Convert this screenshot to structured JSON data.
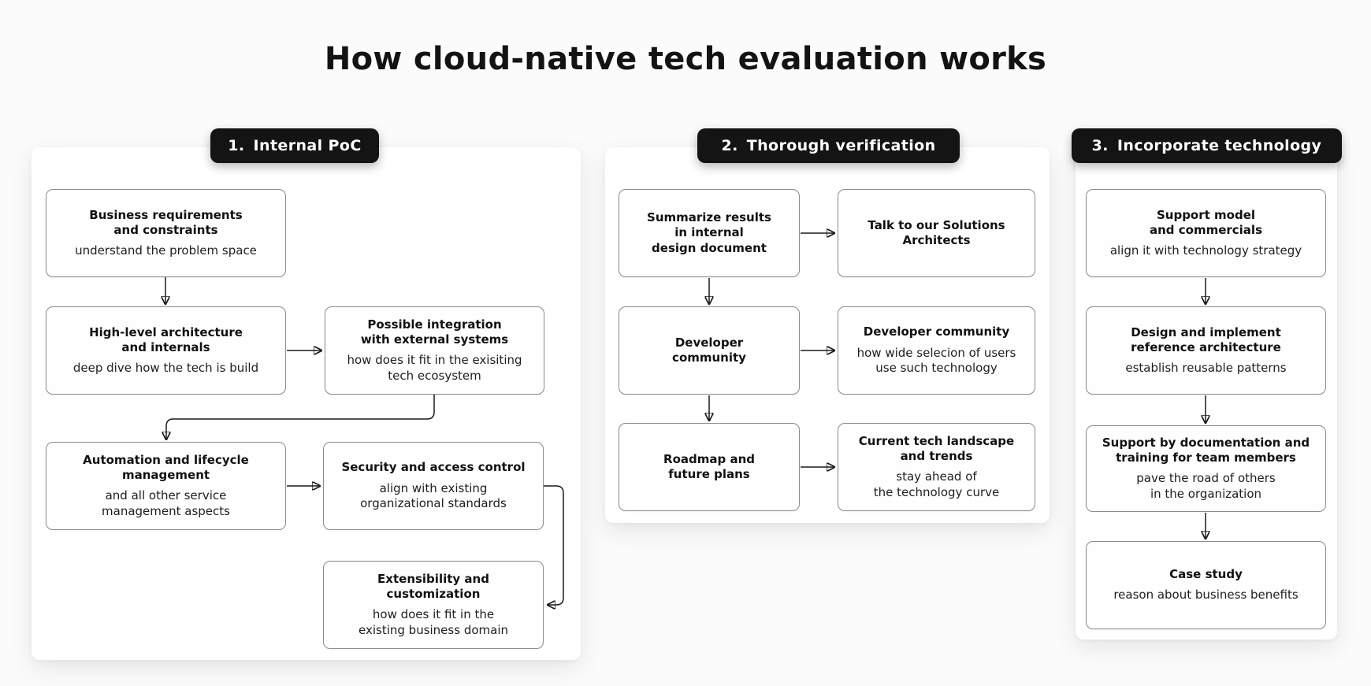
{
  "title": "How cloud-native tech evaluation works",
  "colors": {
    "page_bg": "#fbfbfb",
    "card_bg": "#ffffff",
    "pill_bg": "#141414",
    "pill_text": "#ffffff",
    "node_bg": "#fefefe",
    "node_border": "#8c8c8c",
    "arrow": "#1a1a1a",
    "text": "#111111"
  },
  "columns": [
    {
      "header": {
        "number": "1.",
        "label": "Internal PoC"
      },
      "boxes": [
        {
          "title": "Business requirements\nand constraints",
          "subtitle": "understand the problem space"
        },
        {
          "title": "High-level architecture\nand internals",
          "subtitle": "deep dive how the tech is build"
        },
        {
          "title": "Possible integration\nwith external systems",
          "subtitle": "how does it fit in the exisiting\ntech ecosystem"
        },
        {
          "title": "Automation and lifecycle\nmanagement",
          "subtitle": "and all other service\nmanagement aspects"
        },
        {
          "title": "Security and access control",
          "subtitle": "align with existing\norganizational standards"
        },
        {
          "title": "Extensibility and\ncustomization",
          "subtitle": "how does it fit in the\nexisting business domain"
        }
      ]
    },
    {
      "header": {
        "number": "2.",
        "label": "Thorough verification"
      },
      "boxes": [
        {
          "title": "Summarize results\nin internal\ndesign document",
          "subtitle": ""
        },
        {
          "title": "Talk to our Solutions\nArchitects",
          "subtitle": ""
        },
        {
          "title": "Developer\ncommunity",
          "subtitle": ""
        },
        {
          "title": "Developer community",
          "subtitle": "how wide selecion of users\nuse such technology"
        },
        {
          "title": "Roadmap and\nfuture plans",
          "subtitle": ""
        },
        {
          "title": "Current tech landscape\nand trends",
          "subtitle": "stay ahead of\nthe technology curve"
        }
      ]
    },
    {
      "header": {
        "number": "3.",
        "label": "Incorporate technology"
      },
      "boxes": [
        {
          "title": "Support model\nand commercials",
          "subtitle": "align it with technology strategy"
        },
        {
          "title": "Design and implement\nreference architecture",
          "subtitle": "establish reusable patterns"
        },
        {
          "title": "Support by documentation and\ntraining for team members",
          "subtitle": "pave the road of others\nin the organization"
        },
        {
          "title": "Case study",
          "subtitle": "reason about business benefits"
        }
      ]
    }
  ]
}
